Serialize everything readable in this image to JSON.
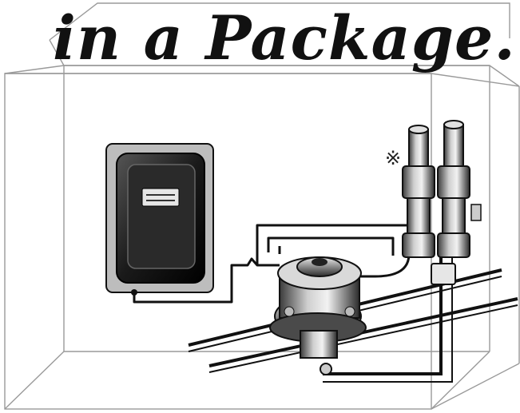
{
  "headline": "in a Package...",
  "marker_symbol": "※",
  "colors": {
    "background": "#ffffff",
    "ink": "#111111",
    "box_outline": "#9a9a9a",
    "metal_light": "#d8d8d8",
    "metal_dark": "#3a3a3a"
  },
  "illustration": {
    "objects": [
      "transparent-package-box",
      "control-panel",
      "pump-motor",
      "relay-valve-pair",
      "pipes",
      "wiring"
    ]
  }
}
